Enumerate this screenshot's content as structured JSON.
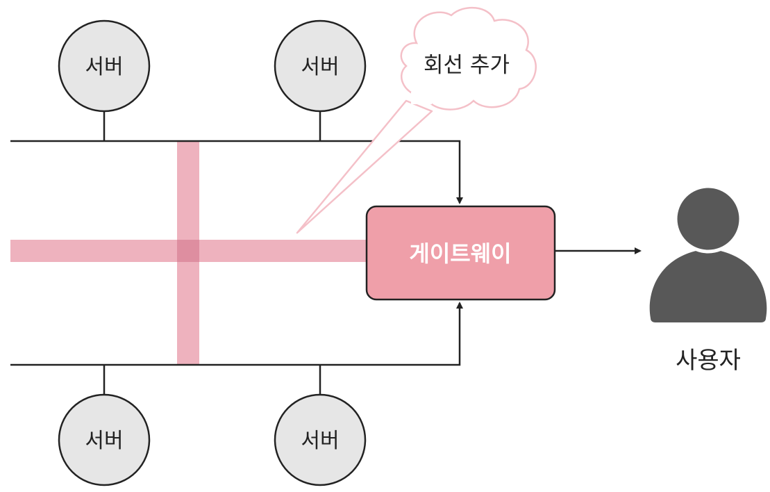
{
  "servers": [
    {
      "label": "서버"
    },
    {
      "label": "서버"
    },
    {
      "label": "서버"
    },
    {
      "label": "서버"
    }
  ],
  "gateway": {
    "label": "게이트웨이"
  },
  "callout": {
    "label": "회선 추가"
  },
  "user": {
    "label": "사용자",
    "icon": "person-icon"
  },
  "colors": {
    "server_fill": "#e6e6e6",
    "line": "#222222",
    "added_line": "#eeb2be",
    "added_line_cross": "#de8ea0",
    "gateway_fill": "#ef9fa9",
    "gateway_text": "#ffffff",
    "callout_stroke": "#f4c0c8",
    "user_icon": "#585858"
  }
}
